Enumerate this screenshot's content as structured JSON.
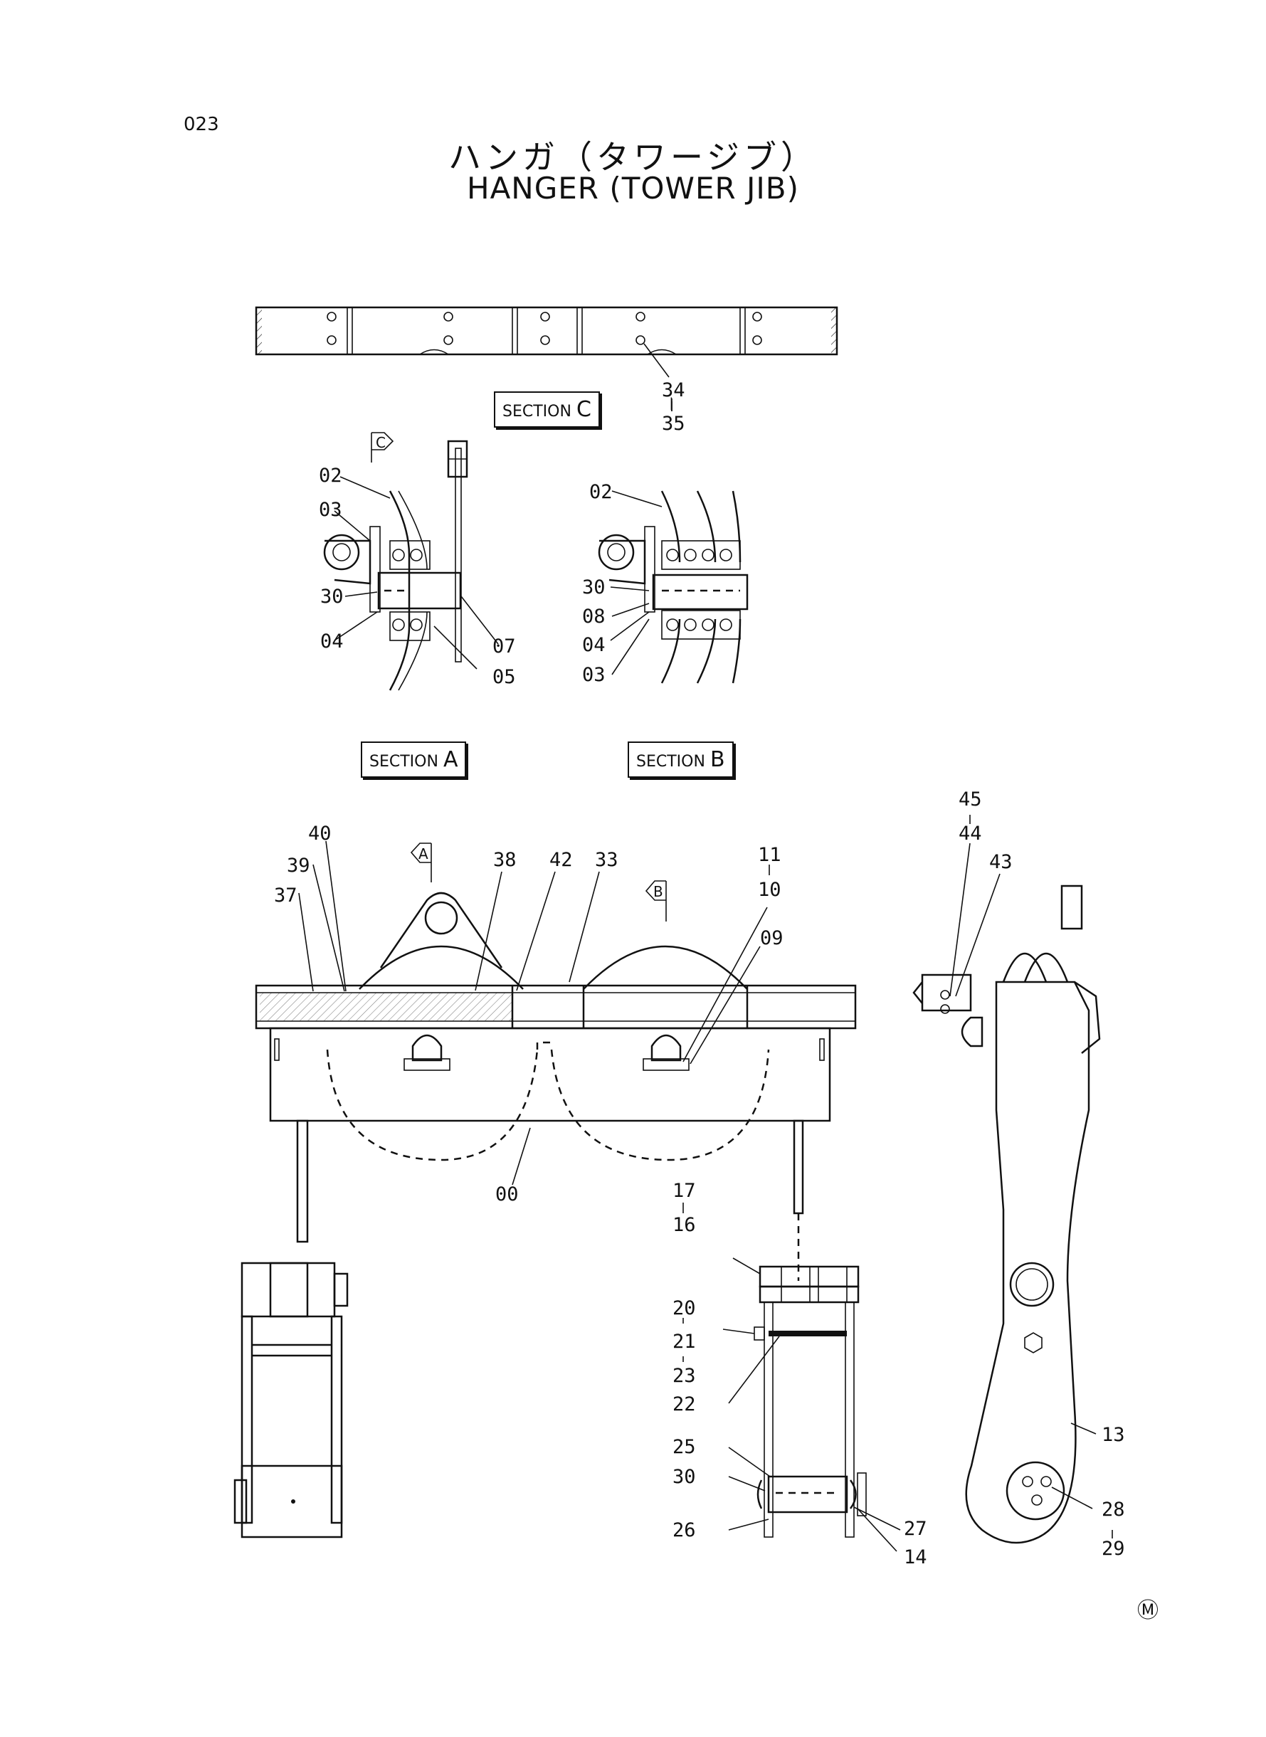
{
  "header": {
    "page_number": "023",
    "title_jp": "ハンガ（タワージブ）",
    "title_en": "HANGER (TOWER JIB)"
  },
  "sections": {
    "c": {
      "prefix": "SECTION",
      "letter": "C"
    },
    "a": {
      "prefix": "SECTION",
      "letter": "A"
    },
    "b": {
      "prefix": "SECTION",
      "letter": "B"
    }
  },
  "view_markers": {
    "c": "C",
    "a": "A",
    "b": "B"
  },
  "callouts": {
    "c34": "34",
    "c35": "35",
    "a02": "02",
    "a03": "03",
    "a30": "30",
    "a04": "04",
    "a07": "07",
    "a05": "05",
    "b02": "02",
    "b30": "30",
    "b08": "08",
    "b04": "04",
    "b03": "03",
    "m40": "40",
    "m39": "39",
    "m37": "37",
    "m38": "38",
    "m42": "42",
    "m33": "33",
    "m11": "11",
    "m10": "10",
    "m09": "09",
    "m00": "00",
    "r45": "45",
    "r44": "44",
    "r43": "43",
    "r13": "13",
    "r28": "28",
    "r29": "29",
    "d17": "17",
    "d16": "16",
    "d20": "20",
    "d21": "21",
    "d23": "23",
    "d22": "22",
    "d25": "25",
    "d30": "30",
    "d26": "26",
    "d27": "27",
    "d14": "14"
  },
  "footer": {
    "mark": "Ⓜ"
  }
}
